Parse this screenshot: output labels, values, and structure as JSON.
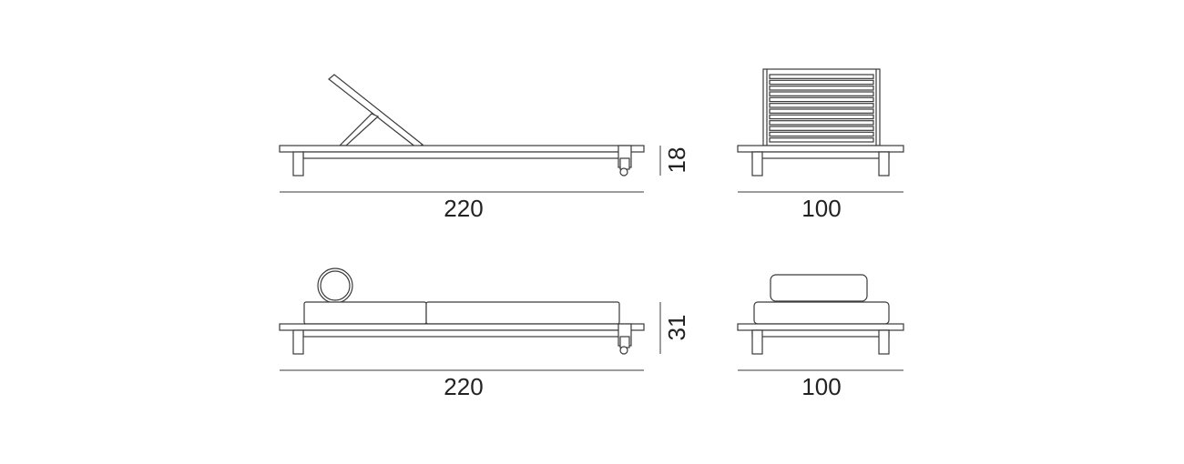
{
  "views": {
    "lounger_side": {
      "width_label": "220",
      "height_label": "18"
    },
    "lounger_front": {
      "width_label": "100"
    },
    "daybed_side": {
      "width_label": "220",
      "height_label": "31"
    },
    "daybed_front": {
      "width_label": "100"
    }
  },
  "colors": {
    "line": "#3a3a3a",
    "text": "#222222",
    "background": "#ffffff"
  }
}
